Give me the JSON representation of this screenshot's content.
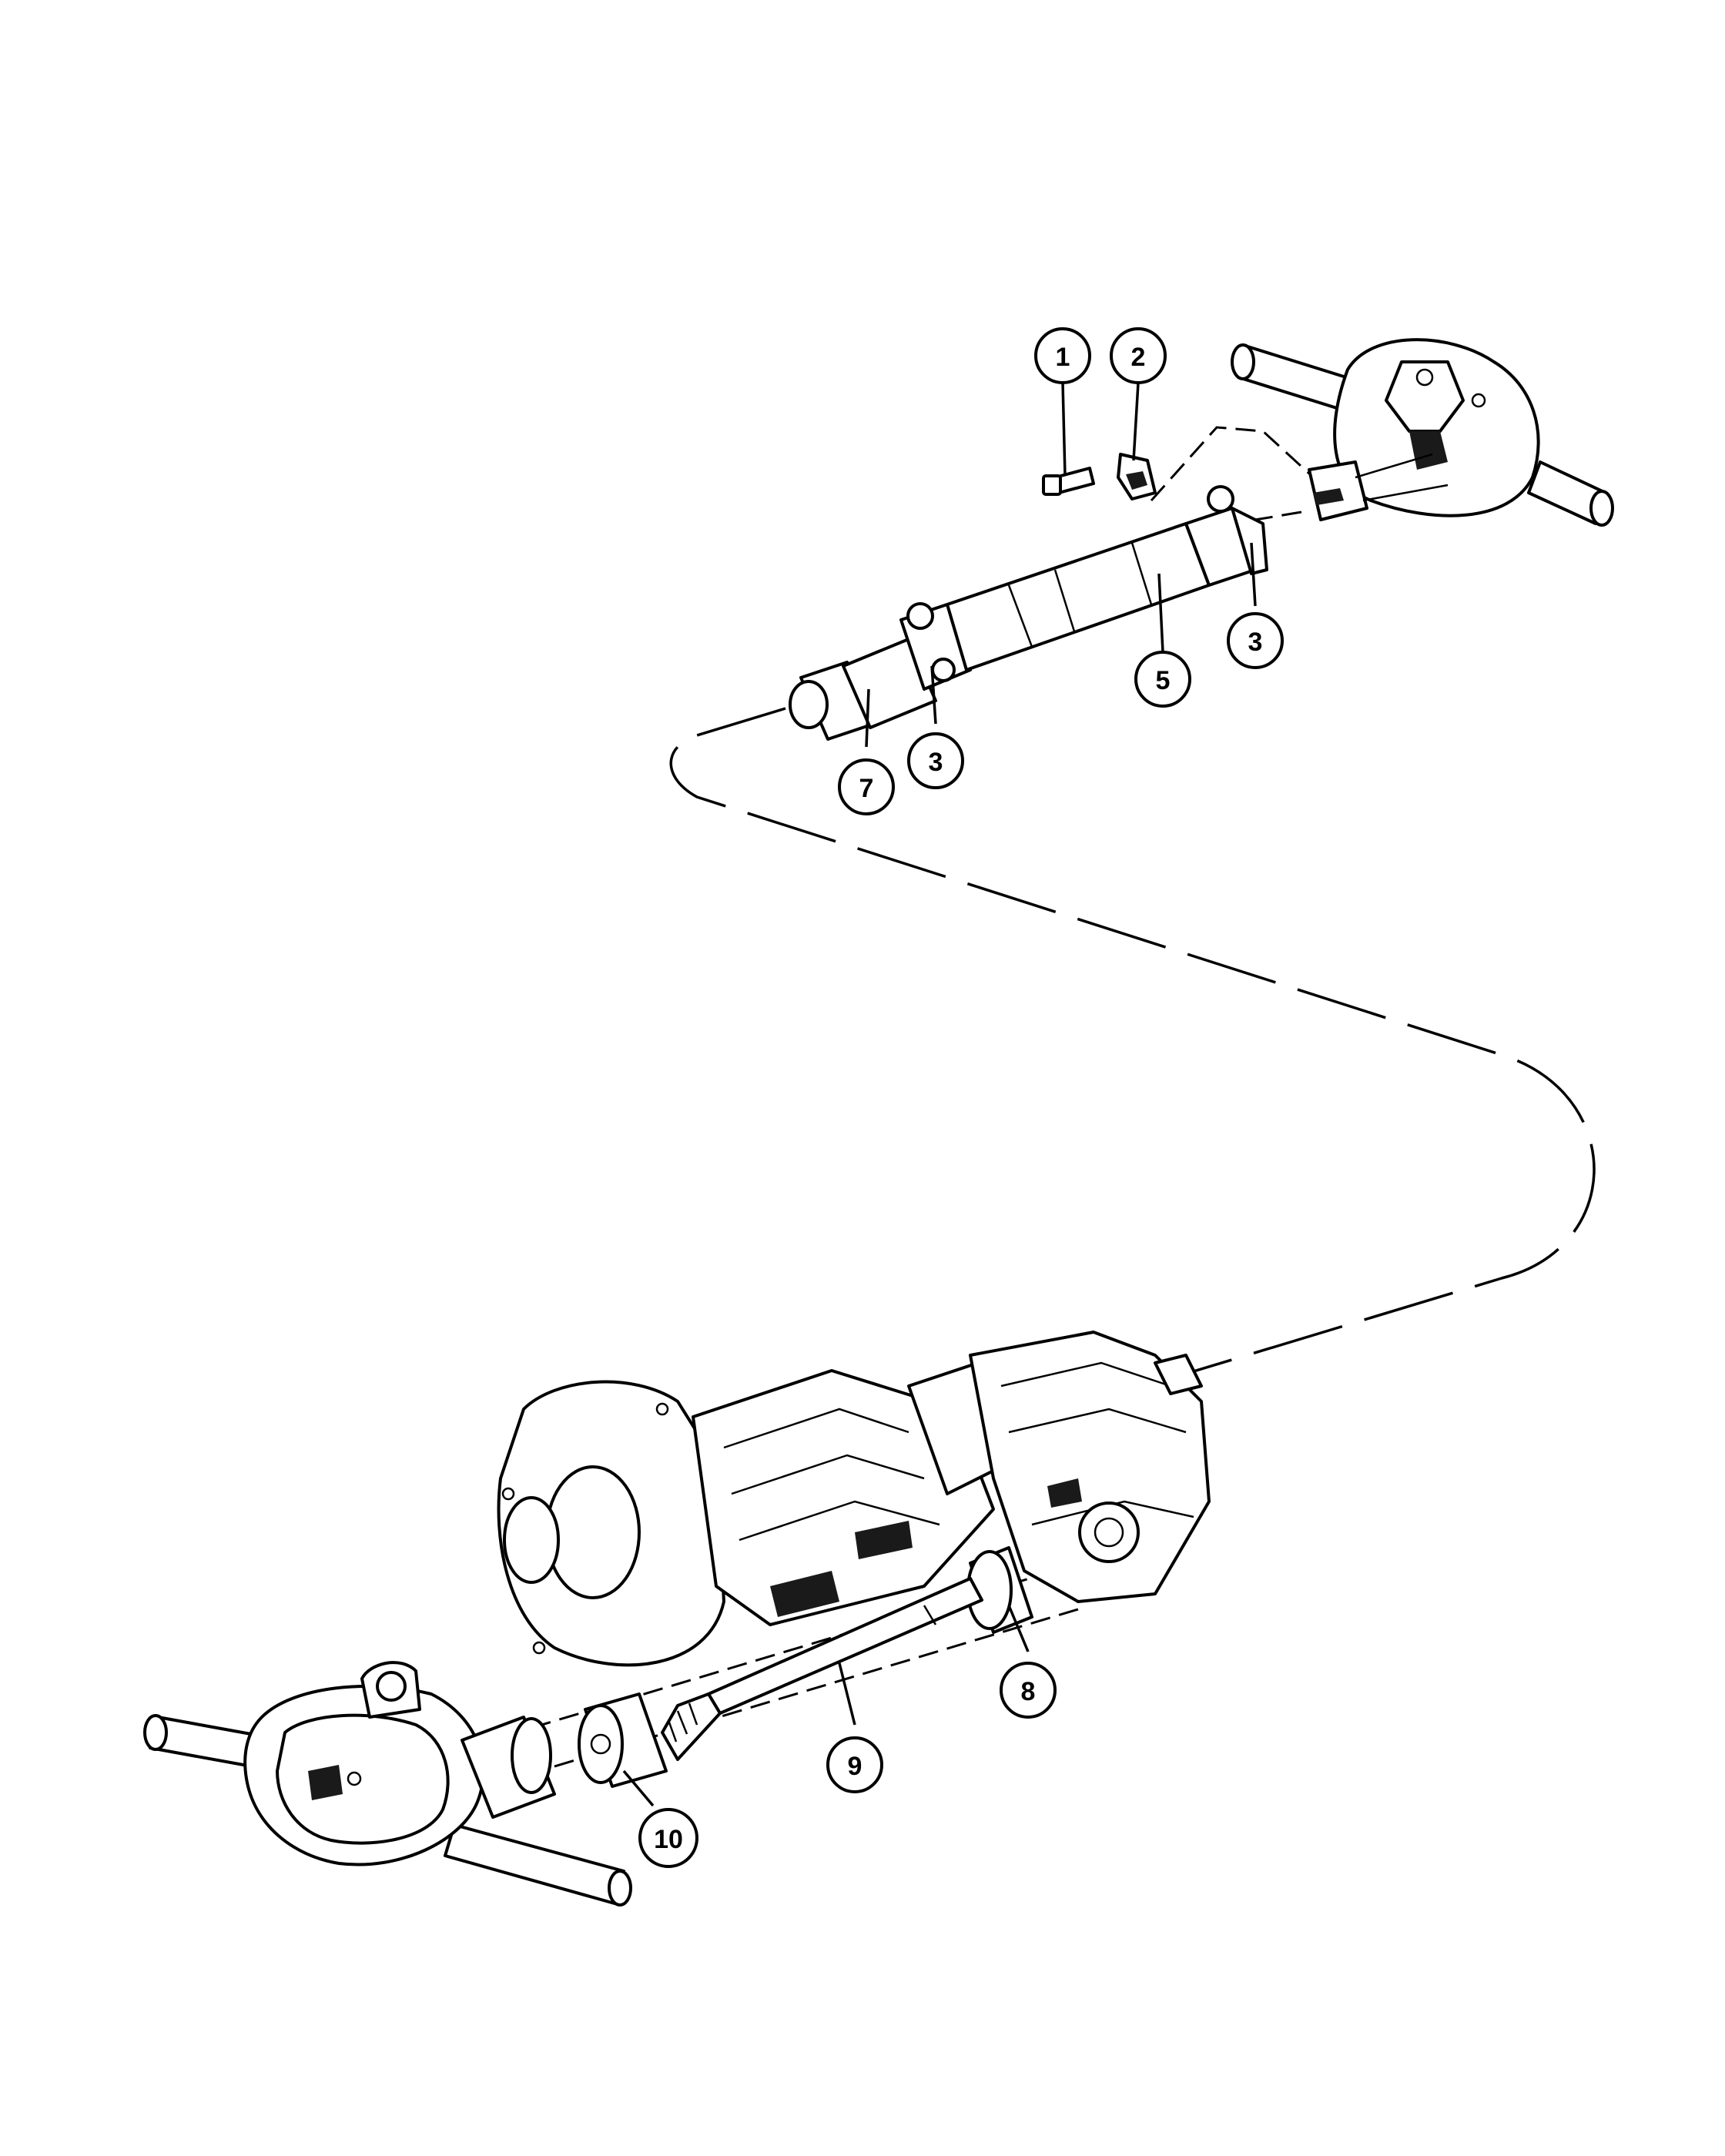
{
  "callouts": [
    {
      "id": "c1",
      "label": "1"
    },
    {
      "id": "c2",
      "label": "2"
    },
    {
      "id": "c3a",
      "label": "3"
    },
    {
      "id": "c5",
      "label": "5"
    },
    {
      "id": "c3b",
      "label": "3"
    },
    {
      "id": "c7",
      "label": "7"
    },
    {
      "id": "c8",
      "label": "8"
    },
    {
      "id": "c9",
      "label": "9"
    },
    {
      "id": "c10",
      "label": "10"
    }
  ],
  "colors": {
    "line": "#000000",
    "background": "#ffffff"
  }
}
